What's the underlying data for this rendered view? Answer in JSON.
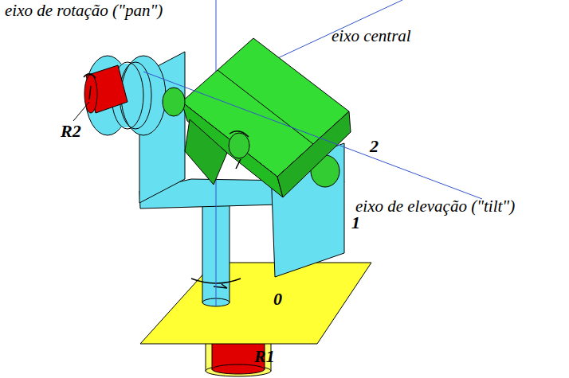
{
  "diagram": {
    "labels": [
      "eixo de rotação (\"pan\")",
      "eixo central",
      "R2",
      "2",
      "eixo de elevação (\"tilt\")",
      "1",
      "0",
      "R1"
    ]
  }
}
